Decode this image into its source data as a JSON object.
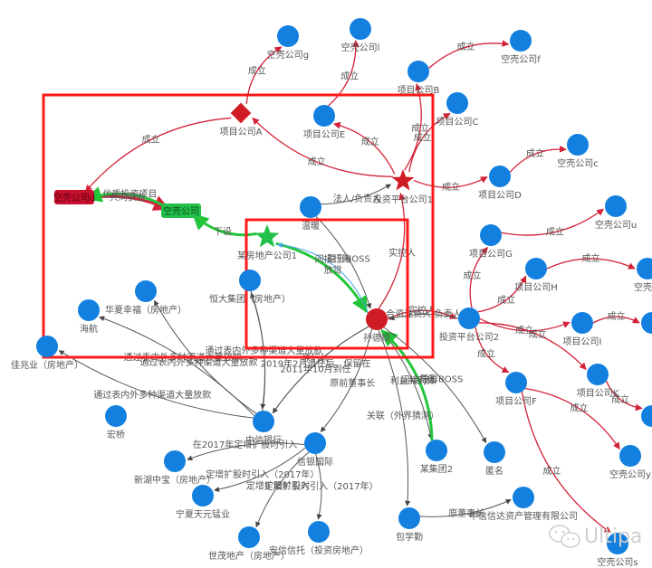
{
  "graph": {
    "colors": {
      "node": "#1380e0",
      "node_core": "#d01c24",
      "edge_found": "#d32238",
      "edge_default": "#555555",
      "edge_green": "#22c53a",
      "edge_blue": "#4aa6e6",
      "highlight_box": "#ff1a1a",
      "tag_red": "#c8102e",
      "tag_green": "#23c04a"
    },
    "nodes": [
      {
        "id": "kqg",
        "label": "空壳公司g",
        "shape": "circle"
      },
      {
        "id": "kql",
        "label": "空壳公司l",
        "shape": "circle"
      },
      {
        "id": "kqf",
        "label": "空壳公司f",
        "shape": "circle"
      },
      {
        "id": "xmB",
        "label": "项目公司B",
        "shape": "circle"
      },
      {
        "id": "xmC",
        "label": "项目公司C",
        "shape": "circle"
      },
      {
        "id": "xmA",
        "label": "项目公司A",
        "shape": "diamond"
      },
      {
        "id": "xmE",
        "label": "项目公司E",
        "shape": "circle"
      },
      {
        "id": "tz1",
        "label": "投资平台公司1",
        "shape": "star-red"
      },
      {
        "id": "xmD",
        "label": "项目公司D",
        "shape": "circle"
      },
      {
        "id": "kqc",
        "label": "空壳公司c",
        "shape": "circle"
      },
      {
        "id": "kqd",
        "label": "空壳公司d",
        "shape": "tag-red"
      },
      {
        "id": "kq",
        "label": "空壳公司",
        "shape": "tag-green"
      },
      {
        "id": "wn",
        "label": "温暖",
        "shape": "circle"
      },
      {
        "id": "fdc",
        "label": "某房地产公司1",
        "shape": "star-green"
      },
      {
        "id": "kqu",
        "label": "空壳公司u",
        "shape": "circle"
      },
      {
        "id": "xmG",
        "label": "项目公司G",
        "shape": "circle"
      },
      {
        "id": "xmH",
        "label": "项目公司H",
        "shape": "circle"
      },
      {
        "id": "kqz",
        "label": "空壳公",
        "shape": "circle"
      },
      {
        "id": "hd",
        "label": "恒大集团（房地产）",
        "shape": "circle"
      },
      {
        "id": "hx",
        "label": "华夏幸福（房地产）",
        "shape": "circle"
      },
      {
        "id": "hh",
        "label": "海航",
        "shape": "circle"
      },
      {
        "id": "jz",
        "label": "佳兆业（房地产）",
        "shape": "circle"
      },
      {
        "id": "core",
        "label": "孙德顺",
        "shape": "circle-red"
      },
      {
        "id": "tz2",
        "label": "投资平台公司2",
        "shape": "circle"
      },
      {
        "id": "xmI",
        "label": "项目公司I",
        "shape": "circle"
      },
      {
        "id": "xmK",
        "label": "项目公司K",
        "shape": "circle"
      },
      {
        "id": "xmF",
        "label": "项目公司F",
        "shape": "circle"
      },
      {
        "id": "hq",
        "label": "宏桥",
        "shape": "circle"
      },
      {
        "id": "zxyh",
        "label": "中信银行",
        "shape": "circle"
      },
      {
        "id": "xygj",
        "label": "信银国际",
        "shape": "circle"
      },
      {
        "id": "xhzb",
        "label": "新湖中宝（房地产）",
        "shape": "circle"
      },
      {
        "id": "nx",
        "label": "宁夏天元锰业",
        "shape": "circle"
      },
      {
        "id": "sm",
        "label": "世茂地产（房地产）",
        "shape": "circle"
      },
      {
        "id": "axxt",
        "label": "安信信托（投资房地产）",
        "shape": "circle"
      },
      {
        "id": "mjt2",
        "label": "某集团2",
        "shape": "circle"
      },
      {
        "id": "nm",
        "label": "匿名",
        "shape": "circle"
      },
      {
        "id": "bxq",
        "label": "包学勤",
        "shape": "circle"
      },
      {
        "id": "zxxd",
        "label": "中信信达资产管理有限公司",
        "shape": "circle"
      },
      {
        "id": "kqy",
        "label": "空壳公司y",
        "shape": "circle"
      },
      {
        "id": "kqs",
        "label": "空壳公司s",
        "shape": "circle"
      },
      {
        "id": "r1",
        "label": "",
        "shape": "circle"
      },
      {
        "id": "r2",
        "label": "",
        "shape": "circle"
      }
    ],
    "edges": [
      {
        "from": "xmA",
        "to": "kqg",
        "label": "成立",
        "kind": "found"
      },
      {
        "from": "xmE",
        "to": "kql",
        "label": "成立",
        "kind": "found"
      },
      {
        "from": "xmB",
        "to": "kqf",
        "label": "成立",
        "kind": "found"
      },
      {
        "from": "tz1",
        "to": "xmB",
        "label": "成立",
        "kind": "found"
      },
      {
        "from": "tz1",
        "to": "xmC",
        "label": "成立",
        "kind": "found"
      },
      {
        "from": "tz1",
        "to": "xmE",
        "label": "成立",
        "kind": "found"
      },
      {
        "from": "tz1",
        "to": "xmA",
        "label": "成立",
        "kind": "found"
      },
      {
        "from": "tz1",
        "to": "xmD",
        "label": "成立",
        "kind": "found"
      },
      {
        "from": "xmD",
        "to": "kqc",
        "label": "成立",
        "kind": "found"
      },
      {
        "from": "xmA",
        "to": "kqd",
        "label": "成立",
        "kind": "found"
      },
      {
        "from": "kqd",
        "to": "kq",
        "label": "共同获益",
        "kind": "found-bold"
      },
      {
        "from": "kq",
        "to": "kqd",
        "label": "优质投资项目",
        "kind": "green"
      },
      {
        "from": "fdc",
        "to": "kq",
        "label": "下设",
        "kind": "green"
      },
      {
        "from": "wn",
        "to": "tz1",
        "label": "法人/负责人",
        "kind": "default"
      },
      {
        "from": "wn",
        "to": "core",
        "label": "隐形BOSS",
        "kind": "default"
      },
      {
        "from": "core",
        "to": "tz1",
        "label": "实控人",
        "kind": "found"
      },
      {
        "from": "fdc",
        "to": "core",
        "label": "",
        "kind": "green"
      },
      {
        "from": "core",
        "to": "fdc",
        "label": "间接行贿 放贷",
        "kind": "blue"
      },
      {
        "from": "core",
        "to": "tz2",
        "label": "实控人",
        "kind": "found"
      },
      {
        "from": "xmG",
        "to": "kqu",
        "label": "成立",
        "kind": "found"
      },
      {
        "from": "tz2",
        "to": "xmG",
        "label": "成立",
        "kind": "found"
      },
      {
        "from": "tz2",
        "to": "xmH",
        "label": "成立",
        "kind": "found"
      },
      {
        "from": "xmH",
        "to": "kqz",
        "label": "成立",
        "kind": "found"
      },
      {
        "from": "tz2",
        "to": "xmI",
        "label": "成立",
        "kind": "found"
      },
      {
        "from": "xmI",
        "to": "r1",
        "label": "成立",
        "kind": "found"
      },
      {
        "from": "tz2",
        "to": "xmF",
        "label": "成立",
        "kind": "found"
      },
      {
        "from": "tz2",
        "to": "xmK",
        "label": "成立",
        "kind": "found"
      },
      {
        "from": "xmK",
        "to": "r2",
        "label": "成立",
        "kind": "found"
      },
      {
        "from": "xmF",
        "to": "kqy",
        "label": "成立",
        "kind": "found"
      },
      {
        "from": "xmF",
        "to": "kqs",
        "label": "成立",
        "kind": "found"
      },
      {
        "from": "zxyh",
        "to": "jz",
        "label": "通过表内外多种渠道大量放款",
        "kind": "default"
      },
      {
        "from": "zxyh",
        "to": "hh",
        "label": "通过表内外多种渠道大量放款",
        "kind": "default"
      },
      {
        "from": "zxyh",
        "to": "hx",
        "label": "通过表内外多种渠道大量放款",
        "kind": "default"
      },
      {
        "from": "zxyh",
        "to": "hd",
        "label": "通过表内外多种渠道大量放款",
        "kind": "default"
      },
      {
        "from": "hd",
        "to": "zxyh",
        "label": "",
        "kind": "default"
      },
      {
        "from": "core",
        "to": "zxyh",
        "label": "原行长 2011年10月到任",
        "kind": "default"
      },
      {
        "from": "core",
        "to": "xygj",
        "label": "原前董事长",
        "kind": "default"
      },
      {
        "from": "core",
        "to": "zxyh",
        "label": "2019年2月退任后，保留在",
        "kind": "default"
      },
      {
        "from": "core",
        "to": "mjt2",
        "label": "利益共同体",
        "kind": "default"
      },
      {
        "from": "mjt2",
        "to": "core",
        "label": "间接行贿",
        "kind": "green"
      },
      {
        "from": "core",
        "to": "nm",
        "label": "隐形BOSS",
        "kind": "default"
      },
      {
        "from": "tz2",
        "to": "core",
        "label": "合资注资人/负责人",
        "kind": "default"
      },
      {
        "from": "core",
        "to": "bxq",
        "label": "关联（外界猜测）",
        "kind": "default"
      },
      {
        "from": "xygj",
        "to": "xhzb",
        "label": "在2017年定增扩股时引入",
        "kind": "default"
      },
      {
        "from": "xygj",
        "to": "nx",
        "label": "定增扩股时引入（2017年）",
        "kind": "default"
      },
      {
        "from": "xygj",
        "to": "sm",
        "label": "定增扩股时引入",
        "kind": "default"
      },
      {
        "from": "xygj",
        "to": "axxt",
        "label": "定增扩股时引入（2017年）",
        "kind": "default"
      },
      {
        "from": "bxq",
        "to": "zxxd",
        "label": "原董事长",
        "kind": "default"
      }
    ]
  },
  "watermark": {
    "text": "Ultipa",
    "icon": "wechat-icon"
  }
}
